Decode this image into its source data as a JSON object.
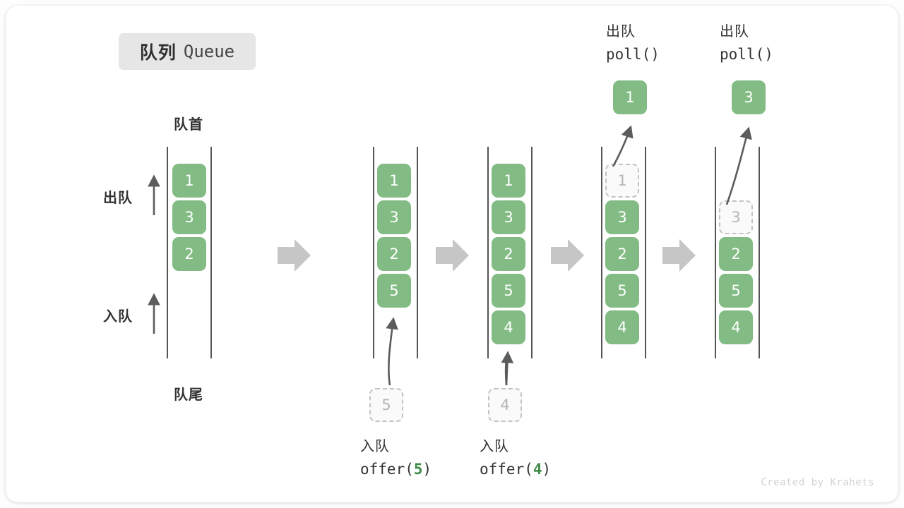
{
  "figure": {
    "title_cn": "队列",
    "title_en": "Queue",
    "watermark": "Created by Krahets",
    "accent_green": "#82bc84",
    "ghost_gray": "#c2c2c2",
    "rail_gray": "#555555",
    "step_arrow_gray": "#c6c6c6",
    "badge_bg": "#e6e6e6"
  },
  "annotations": {
    "front_label": "队首",
    "rear_label": "队尾",
    "dequeue_label": "出队",
    "enqueue_label": "入队"
  },
  "stages": [
    {
      "id": "initial",
      "nodes": [
        "1",
        "3",
        "2"
      ],
      "ghost_index": -1,
      "ghost_value": "",
      "caption_cn": "",
      "caption_code": "",
      "caption_arg": ""
    },
    {
      "id": "after-offer-5",
      "nodes": [
        "1",
        "3",
        "2",
        "5"
      ],
      "ghost_index": -1,
      "ghost_value": "5",
      "incoming_value": "5",
      "caption_cn": "入队",
      "caption_code": "offer(",
      "caption_arg": "5",
      "caption_code_end": ")"
    },
    {
      "id": "after-offer-4",
      "nodes": [
        "1",
        "3",
        "2",
        "5",
        "4"
      ],
      "ghost_index": -1,
      "ghost_value": "4",
      "incoming_value": "4",
      "caption_cn": "入队",
      "caption_code": "offer(",
      "caption_arg": "4",
      "caption_code_end": ")"
    },
    {
      "id": "after-poll-1",
      "nodes": [
        "3",
        "2",
        "5",
        "4"
      ],
      "ghost_index": 0,
      "ghost_value": "1",
      "popped_value": "1",
      "caption_cn": "出队",
      "caption_code": "poll()",
      "caption_arg": "",
      "caption_code_end": ""
    },
    {
      "id": "after-poll-3",
      "nodes": [
        "2",
        "5",
        "4"
      ],
      "ghost_index": 1,
      "ghost_value": "3",
      "popped_value": "3",
      "caption_cn": "出队",
      "caption_code": "poll()",
      "caption_arg": "",
      "caption_code_end": ""
    }
  ],
  "step_arrow_glyph": "➡"
}
